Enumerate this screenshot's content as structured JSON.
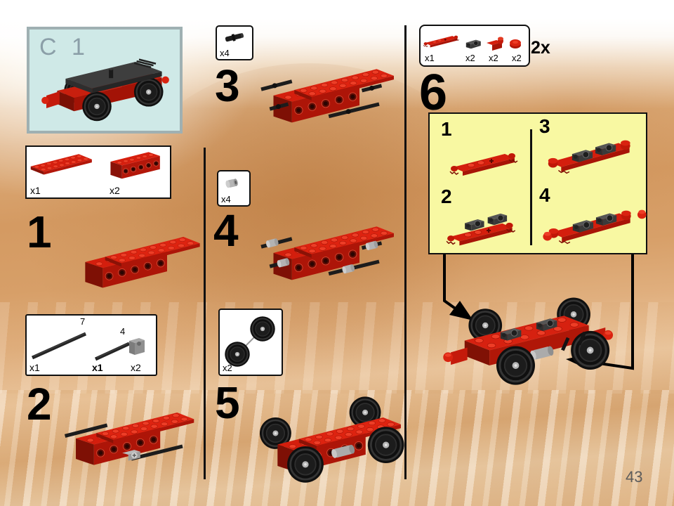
{
  "page": {
    "number": "43"
  },
  "preview": {
    "label": "C 1"
  },
  "left": {
    "box1": {
      "qty1": "x1",
      "qty2": "x2"
    },
    "step1": "1",
    "box2": {
      "axle_long_len": "7",
      "axle_short_len": "4",
      "qty1": "x1",
      "qty2": "x1",
      "qty3": "x2"
    },
    "step2": "2"
  },
  "middle": {
    "box3_qty": "x4",
    "step3": "3",
    "box4_qty": "x4",
    "step4": "4",
    "box5_qty": "x2",
    "step5": "5"
  },
  "right": {
    "box6": {
      "qty1": "x1",
      "qty2": "x2",
      "qty3": "x2",
      "qty4": "x2",
      "multiplier": "2x"
    },
    "step6": "6",
    "sub": {
      "s1": "1",
      "s2": "2",
      "s3": "3",
      "s4": "4"
    }
  },
  "colors": {
    "lego_red": "#d41e0d",
    "photo_tan": "#d89f6b",
    "panel_yellow": "#f8f8a2",
    "preview_cyan": "#cfe9e7"
  }
}
